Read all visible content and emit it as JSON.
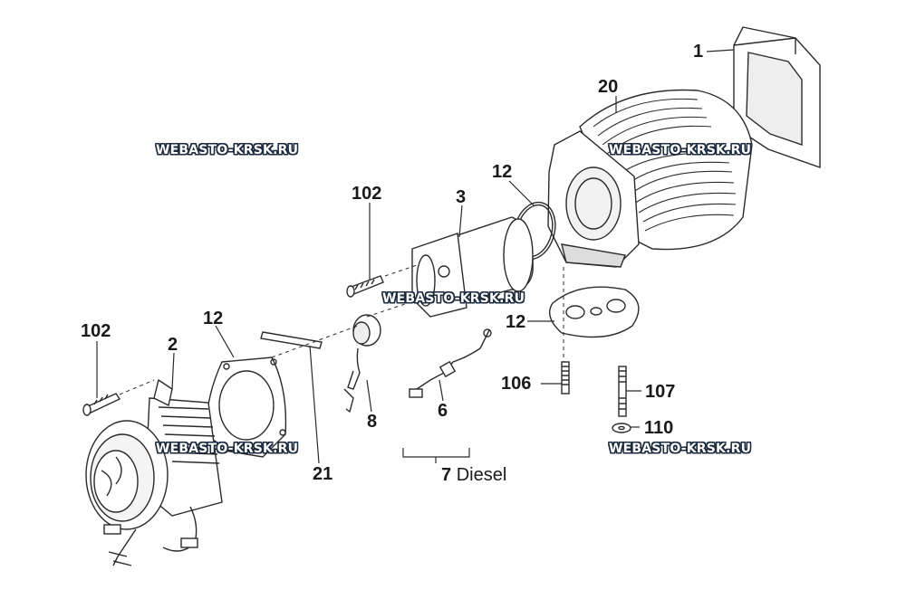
{
  "watermark_text": "WEBASTO-KRSK.RU",
  "callouts": {
    "p1": "1",
    "p20": "20",
    "p12_top": "12",
    "p3": "3",
    "p102_top": "102",
    "p12_mid": "12",
    "p106": "106",
    "p107": "107",
    "p110": "110",
    "p102_left": "102",
    "p2": "2",
    "p12_left": "12",
    "p8": "8",
    "p6": "6",
    "p21": "21"
  },
  "group_label": {
    "number": "7",
    "text": "Diesel"
  },
  "colors": {
    "line": "#2b2b2b",
    "fill": "#ffffff",
    "shade": "#d9d9d9",
    "watermark_outline": "#1b2a3d"
  }
}
